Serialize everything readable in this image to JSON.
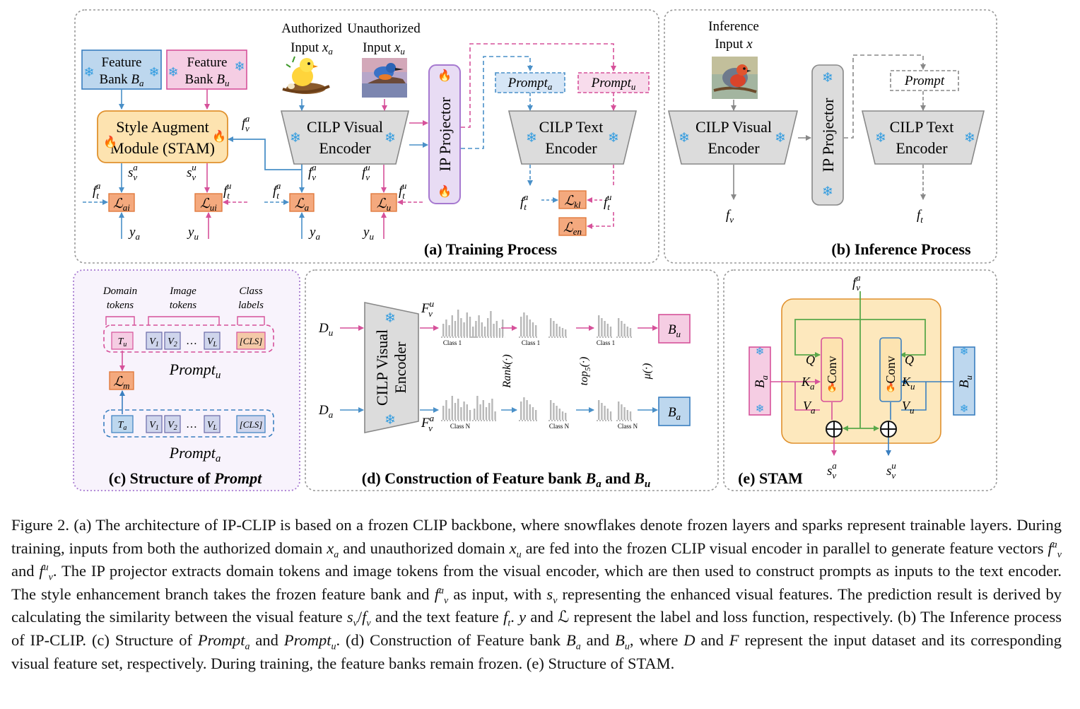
{
  "panels": {
    "a": "(a) Training Process",
    "b": "(b) Inference Process",
    "c": "(c) Structure of ",
    "c_em": "Prompt",
    "d": "(d) Construction of Feature bank ",
    "d_and": " and ",
    "e": "(e) STAM"
  },
  "training": {
    "input_auth_1": "Authorized",
    "input_auth_2": "Input ",
    "input_unauth_1": "Unauthorized",
    "input_unauth_2": "Input ",
    "fb_a_1": "Feature",
    "fb_a_2": "Bank ",
    "fb_u_1": "Feature",
    "fb_u_2": "Bank ",
    "stam_1": "Style Augment",
    "stam_2": "Module (STAM)",
    "venc_1": "CILP Visual",
    "venc_2": "Encoder",
    "ip": "IP Projector",
    "tenc_1": "CILP Text",
    "tenc_2": "Encoder",
    "prompt": "Prompt"
  },
  "inference": {
    "input_1": "Inference",
    "input_2": "Input ",
    "venc_1": "CILP Visual",
    "venc_2": "Encoder",
    "ip": "IP Projector",
    "prompt": "Prompt",
    "tenc_1": "CILP Text",
    "tenc_2": "Encoder"
  },
  "prompt_struct": {
    "domain_1": "Domain",
    "domain_2": "tokens",
    "image_1": "Image",
    "image_2": "tokens",
    "class_1": "Class",
    "class_2": "labels",
    "cls": "[CLS]",
    "dots": "…",
    "prompt": "Prompt"
  },
  "bank": {
    "venc_1": "CILP Visual",
    "venc_2": "Encoder",
    "class_1": "Class 1",
    "class_n": "Class N",
    "rank": "Rank(·)",
    "top": "top",
    "top_sub": "5",
    "top_arg": "(·)",
    "mu": "μ(·)"
  },
  "stam": {
    "conv": "Conv",
    "q": "Q"
  },
  "caption": {
    "c1": "Figure 2. (a) The architecture of IP-CLIP is based on a frozen CLIP backbone, where snowflakes denote frozen layers and sparks represent trainable layers.  During training, inputs from both the authorized domain ",
    "c2": " and unauthorized domain ",
    "c3": " are fed into the frozen CLIP visual encoder in parallel to generate feature vectors ",
    "c4": " and ",
    "c5": ". The IP projector extracts domain tokens and image tokens from the visual encoder, which are then used to construct prompts as inputs to the text encoder. The style enhancement branch takes the frozen feature bank and ",
    "c6": " as input, with ",
    "c7": " representing the enhanced visual features.  The prediction result is derived by calculating the similarity between the visual feature ",
    "c8": " and the text feature ",
    "c9": ". ",
    "c10": " and ",
    "c11": " represent the label and loss function, respectively.  (b) The Inference process of IP-CLIP. (c) Structure of ",
    "c12": " and ",
    "c13": ".  (d) Construction of Feature bank ",
    "c14": " and ",
    "c15": ", where ",
    "c16": " and ",
    "c17": " represent the input dataset and its corresponding visual feature set, respectively. During training, the feature banks remain frozen. (e) Structure of STAM.",
    "s_prompt": "Prompt",
    "s_xa": "x",
    "s_a": "a",
    "s_u": "u",
    "s_f": "f",
    "s_v": "v",
    "s_s": "s",
    "s_t": "t",
    "s_y": "y",
    "s_L": "ℒ",
    "s_B": "B",
    "s_D": "D",
    "s_F": "F",
    "s_slash": "/"
  }
}
